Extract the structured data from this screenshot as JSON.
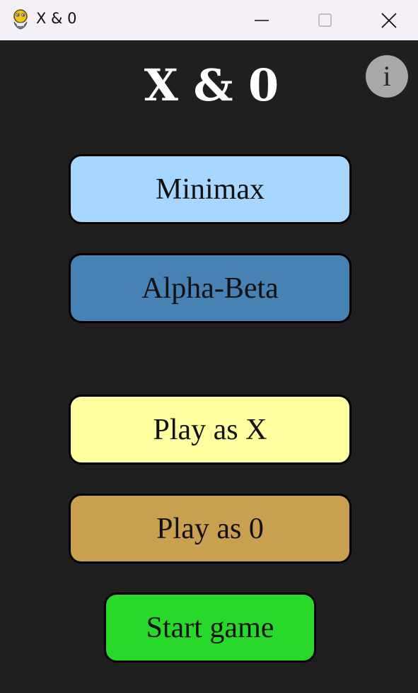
{
  "window": {
    "title": "X & 0",
    "icon": "python-snake-icon",
    "controls": [
      "minimize-icon",
      "maximize-icon",
      "close-icon"
    ]
  },
  "app": {
    "title": "X & 0",
    "info_label": "i"
  },
  "buttons": {
    "minimax": "Minimax",
    "alpha_beta": "Alpha-Beta",
    "play_x": "Play as X",
    "play_0": "Play as 0",
    "start": "Start game"
  },
  "colors": {
    "background": "#1f1f1f",
    "minimax": "#a7d6ff",
    "alpha_beta": "#4682b4",
    "play_x": "#ffff9f",
    "play_0": "#c8a050",
    "start": "#29d92a",
    "info": "#a8a8a8"
  }
}
